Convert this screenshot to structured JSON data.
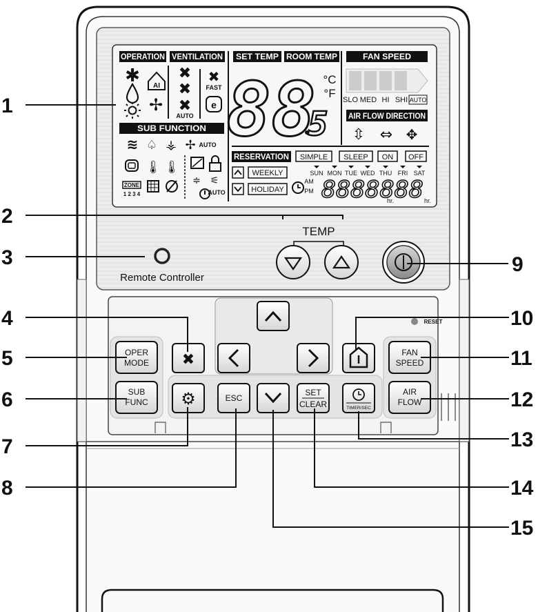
{
  "callouts": [
    {
      "num": "1"
    },
    {
      "num": "2"
    },
    {
      "num": "3"
    },
    {
      "num": "4"
    },
    {
      "num": "5"
    },
    {
      "num": "6"
    },
    {
      "num": "7"
    },
    {
      "num": "8"
    },
    {
      "num": "9"
    },
    {
      "num": "10"
    },
    {
      "num": "11"
    },
    {
      "num": "12"
    },
    {
      "num": "13"
    },
    {
      "num": "14"
    },
    {
      "num": "15"
    }
  ],
  "lcd": {
    "operation": "OPERATION",
    "ventilation": "VENTILATION",
    "set_temp": "SET TEMP",
    "room_temp": "ROOM TEMP",
    "fan_speed": "FAN SPEED",
    "sub_function": "SUB  FUNCTION",
    "air_flow_direction": "AIR FLOW DIRECTION",
    "reservation": "RESERVATION",
    "digits": "88",
    "digit_small": "5",
    "unit_c": "°C",
    "unit_f": "°F",
    "fast": "FAST",
    "auto_vent": "AUTO",
    "auto_sub": "AUTO",
    "auto_bottom": "AUTO",
    "ai": "AI",
    "zone": "ZONE",
    "zone_nums": "1 2 3 4",
    "fan_levels": [
      "SLO",
      "MED",
      "HI",
      "SHI",
      "AUTO"
    ],
    "modes": [
      "SIMPLE",
      "SLEEP",
      "ON",
      "OFF"
    ],
    "weekly": "WEEKLY",
    "holiday": "HOLIDAY",
    "days": [
      "SUN",
      "MON",
      "TUE",
      "WED",
      "THU",
      "FRI",
      "SAT"
    ],
    "am": "AM",
    "pm": "PM",
    "clock_digits": "8888888",
    "hr1": "hr.",
    "hr2": "hr."
  },
  "controller": {
    "temp_label": "TEMP",
    "remote_label": "Remote Controller",
    "reset_label": "RESET"
  },
  "buttons": {
    "oper_mode": [
      "OPER",
      "MODE"
    ],
    "sub_func": [
      "SUB",
      "FUNC"
    ],
    "esc": "ESC",
    "set_clear": [
      "SET",
      "CLEAR"
    ],
    "timer_sec": "TIMER/SEC",
    "fan_speed": [
      "FAN",
      "SPEED"
    ],
    "air_flow": [
      "AIR",
      "FLOW"
    ]
  }
}
